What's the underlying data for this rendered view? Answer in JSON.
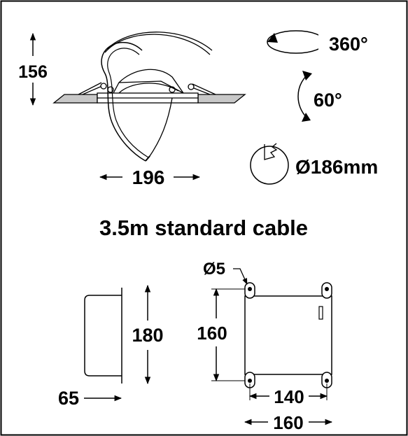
{
  "install": {
    "height_label": "156",
    "width_label": "196"
  },
  "features": {
    "rotation_label": "360°",
    "tilt_label": "60°",
    "cutout_label": "Ø186mm"
  },
  "cable_text": "3.5m standard cable",
  "driver_side": {
    "height_label": "180",
    "depth_label": "65"
  },
  "driver_front": {
    "hole_label": "Ø5",
    "height_label": "160",
    "hole_spacing_label": "140",
    "width_label": "160"
  },
  "colors": {
    "line": "#000000",
    "ceiling_fill": "#c8c8c8",
    "background": "#ffffff"
  }
}
